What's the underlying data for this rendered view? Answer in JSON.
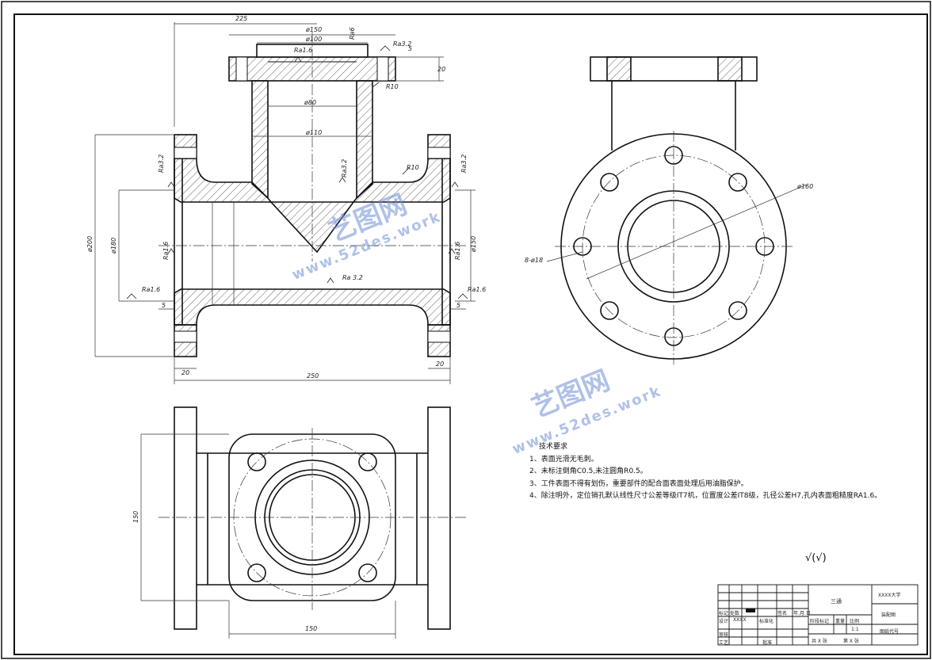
{
  "drawing": {
    "dims": {
      "d225": "225",
      "d150": "ø150",
      "d100": "ø100",
      "d80": "ø80",
      "d110": "ø110",
      "d20top": "20",
      "d5top": "5",
      "d250": "250",
      "d20l": "20",
      "d20r": "20",
      "d200": "ø200",
      "d180": "ø180",
      "d5l": "5",
      "d5r": "5",
      "d150r": "ø150",
      "d150v": "150",
      "d150h": "150",
      "d160": "ø160",
      "holes": "8-ø18"
    },
    "roughness": {
      "r16top": "Ra1.6",
      "r6": "Ra6",
      "r32topr": "Ra3.2",
      "r10": "R10",
      "r32l": "Ra3.2",
      "r32m": "Ra3.2",
      "r10b": "R10",
      "r32r": "Ra3.2",
      "r16l": "Ra1.6",
      "r16lb": "Ra1.6",
      "r32c": "Ra 3.2",
      "r16r": "Ra1.6",
      "r16rb": "Ra1.6"
    },
    "note_mark": "√(√)"
  },
  "watermark": {
    "cn": "艺图网",
    "url": "www.52des.work"
  },
  "requirements": {
    "title": "技术要求",
    "items": [
      "1、表面光滑无毛刺。",
      "2、未标注倒角C0.5,未注圆角R0.5。",
      "3、工件表面不得有划伤，重要部件的配合面表面处理后用油脂保护。",
      "4、除注明外，定位销孔默认线性尺寸公差等级IT7机，位置度公差IT8级，孔径公差H7,孔内表面粗糙度RA1.6。"
    ]
  },
  "title_block": {
    "part": "三通",
    "school": "XXXX大学",
    "drawing_type": "装配图",
    "scale_label": "比例",
    "scale": "1:1",
    "mass_label": "重量",
    "stage_label": "阶段标记",
    "code_label": "图纸代号",
    "design_label": "设计",
    "designer": "XXXX",
    "check_label": "审核",
    "craft_label": "工艺",
    "approve_label": "批准",
    "std_label": "标准化",
    "mark_label": "标记",
    "count_label": "处数",
    "sign_label": "签名",
    "date_label": "年.月.日",
    "sheet": "共 X 张",
    "sheet2": "第 X 张"
  }
}
